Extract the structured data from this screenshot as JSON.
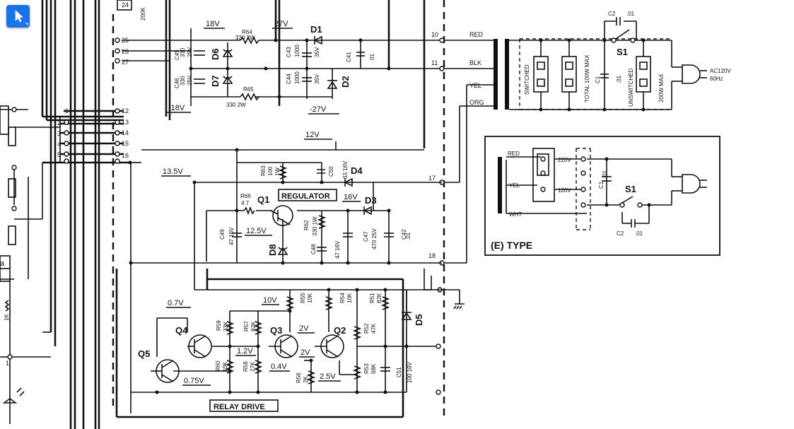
{
  "toolbar": {
    "tool": "pointer-tool",
    "accent": "#1a73e8"
  },
  "schematic": {
    "connector_numbers": [
      "24",
      "25",
      "26",
      "27",
      "12",
      "13",
      "14",
      "15",
      "16",
      "10",
      "11",
      "17",
      "18"
    ],
    "left_numbers": [
      "2",
      "3",
      "4",
      "5",
      "1",
      "6"
    ],
    "left_labels": {
      "a": "a",
      "r1k": "1K"
    },
    "bus_label_200k": "200K",
    "wire_colors": {
      "red": "RED",
      "blk": "BLK",
      "yel": "YEL",
      "org": "ORG"
    },
    "voltages": {
      "v18p": "18V",
      "v27p": "27V",
      "v18n": "-18V",
      "v27n": "-27V",
      "v12": "12V",
      "v13_5": "13.5V",
      "v16": "16V",
      "v12_5": "12.5V",
      "v0_7": "0.7V",
      "v10": "10V",
      "v2a": "2V",
      "v2b": "2V",
      "v1_2": "1.2V",
      "v0_4": "0.4V",
      "v2_5": "2.5V",
      "v0_75": "0.75V"
    },
    "components": {
      "r64": "R64",
      "r64v": "330 2W",
      "r65": "R65",
      "r65v": "330 2W",
      "d1": "D1",
      "d2": "D2",
      "d3": "D3",
      "d4": "D4",
      "d5": "D5",
      "d6": "D6",
      "d7": "D7",
      "d8": "D8",
      "c45": "C45",
      "c45v": "330",
      "c45r": "25V",
      "c46": "C46",
      "c46v": "330",
      "c46r": "25V",
      "c43": "C43",
      "c43v": "1000",
      "c43r": "35V",
      "c44": "C44",
      "c44v": "1000",
      "c44r": "35V",
      "c41": "C41",
      "c41v": ".01",
      "r63": "R63",
      "r63v": "100",
      "r63w": "1W",
      "c50": "C50",
      "c50v": "33 16V",
      "r66": "R66",
      "r66v": "4.7",
      "q1": "Q1",
      "q2": "Q2",
      "q3": "Q3",
      "q4": "Q4",
      "q5": "Q5",
      "c49": "C49",
      "c49v": "47 16V",
      "r62": "R62",
      "r62v": "330 1W",
      "c48": "C48",
      "c48v": "47 16V",
      "c47": "C47",
      "c47v": "470 25V",
      "c42": "C42",
      "c42v": ".01",
      "r59": "R59",
      "r59v": "33K",
      "r60": "R60",
      "r60v": "10K",
      "r57": "R57",
      "r57v": "82K",
      "r58": "R58",
      "r58v": "27K",
      "r55": "R55",
      "r55v": "10K",
      "r54": "R54",
      "r54v": "10K",
      "r51": "R51",
      "r51v": "82K",
      "r52": "R52",
      "r52v": "47K",
      "r56": "R56",
      "r56v": "2K",
      "r53": "R53",
      "r53v": "68K",
      "c51": "C51",
      "c51v": "100 16V"
    },
    "blocks": {
      "regulator": "REGULATOR",
      "relay_drive": "RELAY DRIVE"
    }
  },
  "ac_section": {
    "c2": "C2",
    "c2v": ".01",
    "s1": "S1",
    "c1": "C1",
    "c1v": ".01",
    "switched": "SWITCHED",
    "total": "TOTAL 100W MAX",
    "unswitched": "UNSWITCHED",
    "max200": "200W MAX",
    "plug_rating": "AC120V",
    "plug_freq": "60Hz"
  },
  "e_type": {
    "title": "(E) TYPE",
    "red": "RED",
    "yel": "YEL",
    "wht": "WHT",
    "v220": "220V",
    "v120": "120V",
    "c1": "C1",
    "c1v": ".01",
    "s1": "S1",
    "c2": "C2",
    "c2v": ".01"
  }
}
